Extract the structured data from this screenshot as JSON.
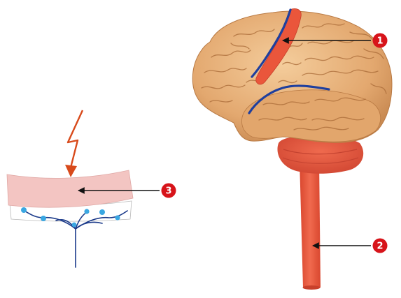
{
  "colors": {
    "background": "#ffffff",
    "brain_fill": "#e8b07a",
    "brain_shadow": "#b97a44",
    "brain_highlight": "#f2c795",
    "motor_strip": "#e8543a",
    "vessel_blue": "#1f3f9e",
    "brainstem": "#e9573f",
    "brainstem_dark": "#c8402b",
    "skin_layer": "#f3c5c2",
    "skin_outline": "#e0a9a6",
    "nerve": "#1b3a8a",
    "receptor": "#3aa7e2",
    "lightning": "#d84a1b",
    "callout_fill": "#d7141a",
    "callout_text": "#ffffff",
    "arrow": "#111111"
  },
  "icons": {
    "stimulus": "lightning-bolt-icon"
  },
  "callouts": [
    {
      "id": "callout-1",
      "label": "1"
    },
    {
      "id": "callout-2",
      "label": "2"
    },
    {
      "id": "callout-3",
      "label": "3"
    }
  ]
}
